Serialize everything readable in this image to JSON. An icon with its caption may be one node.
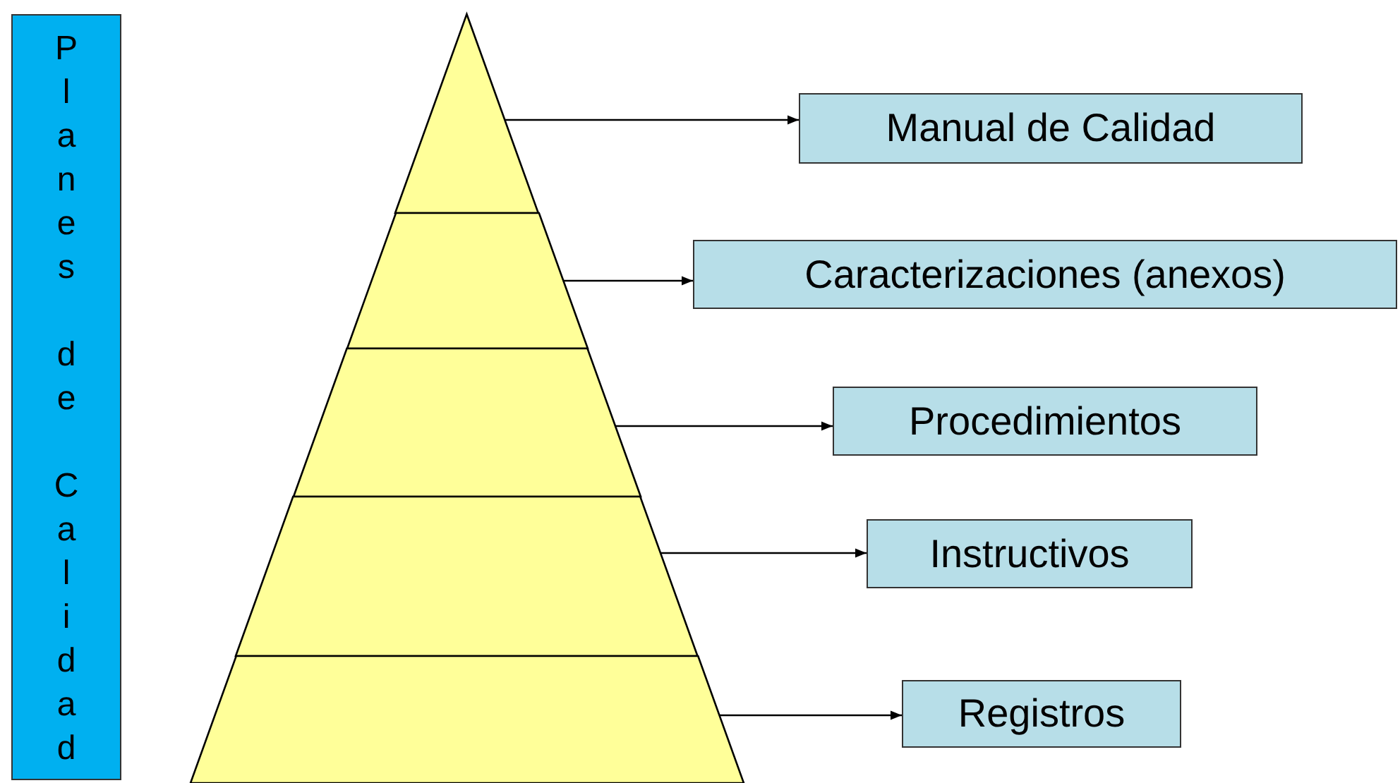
{
  "diagram": {
    "nodes": [
      {
        "text": [
          "Planes de Calidad"
        ]
      },
      {
        "text": [],
        "shape": "triangle"
      },
      {
        "text": [],
        "shape": "trapezoid"
      },
      {
        "text": [],
        "shape": "trapezoid"
      },
      {
        "text": [],
        "shape": "trapezoid"
      },
      {
        "text": [],
        "shape": "trapezoid"
      },
      {
        "text": [
          "Manual de Calidad"
        ]
      },
      {
        "text": [
          "Caracterizaciones (anexos)"
        ]
      },
      {
        "text": [
          "Procedimientos"
        ]
      },
      {
        "text": [
          "Instructivos"
        ]
      },
      {
        "text": [
          "Registros"
        ]
      }
    ],
    "edges": [
      {
        "from": 1,
        "to": 6,
        "arrow": "to"
      },
      {
        "from": 2,
        "to": 7,
        "arrow": "to"
      },
      {
        "from": 3,
        "to": 8,
        "arrow": "to"
      },
      {
        "from": 4,
        "to": 9,
        "arrow": "to"
      },
      {
        "from": 5,
        "to": 10,
        "arrow": "to"
      }
    ]
  }
}
